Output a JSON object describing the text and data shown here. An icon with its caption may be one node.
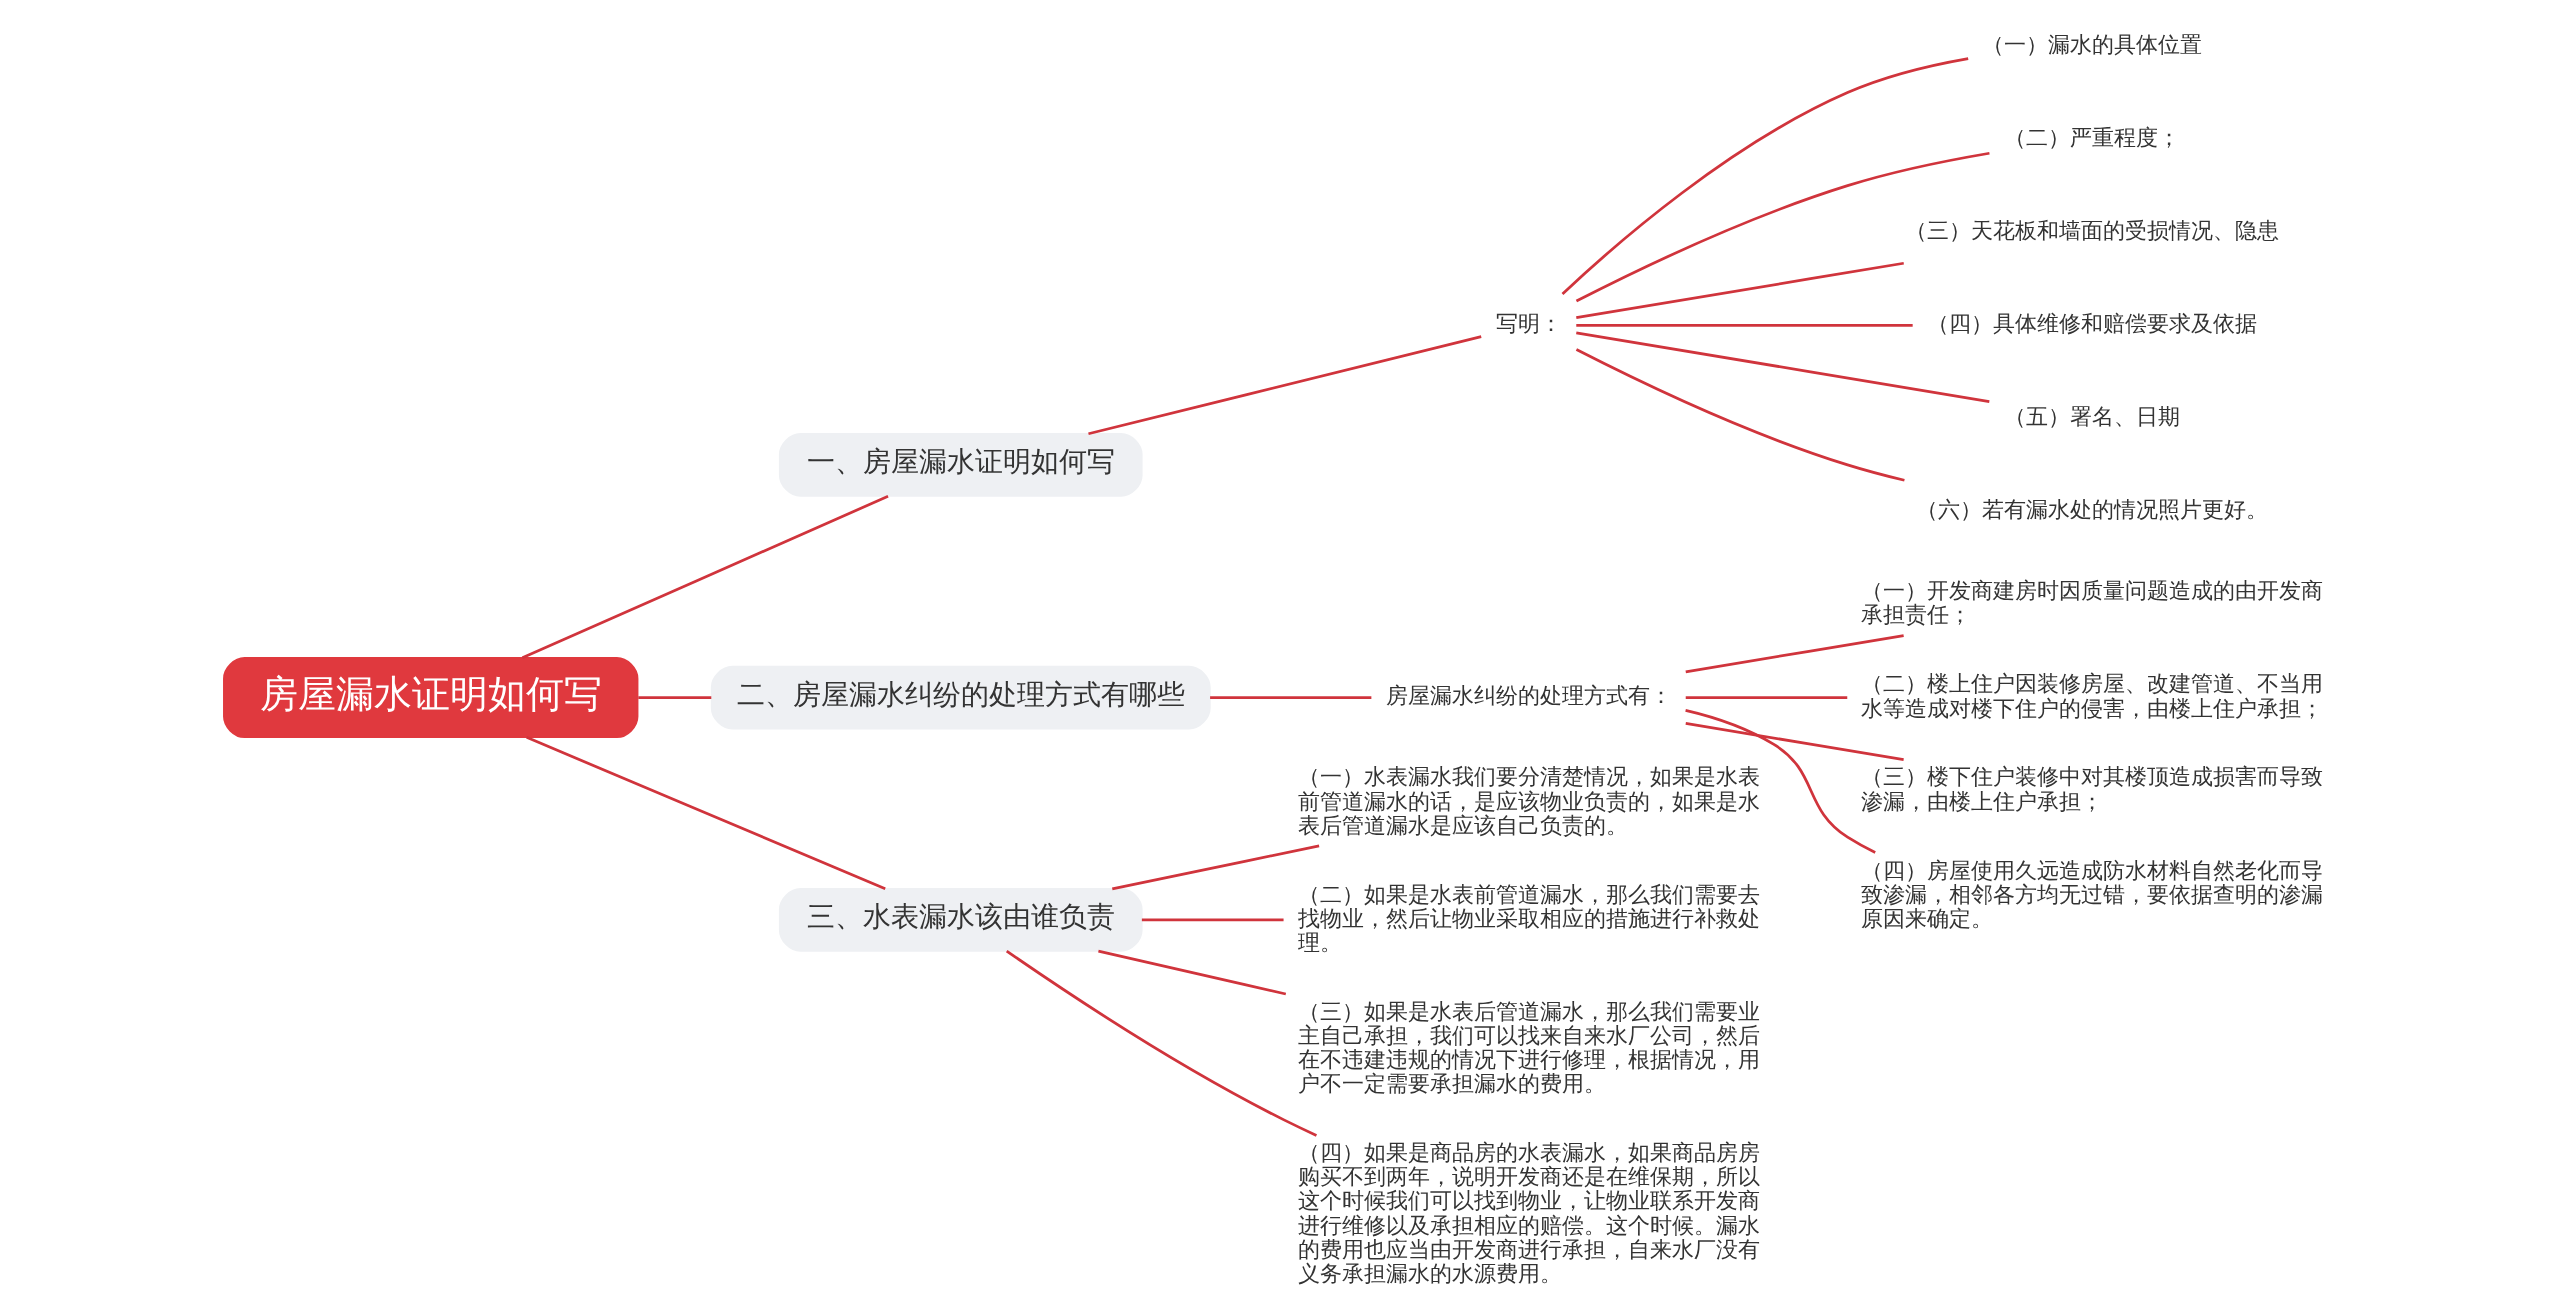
{
  "diagram": {
    "nodes": [
      {
        "text": [
          "房屋漏水证明如何写"
        ]
      },
      {
        "text": [
          "一、房屋漏水证明如何写"
        ]
      },
      {
        "text": [
          "写明："
        ]
      },
      {
        "text": [
          "（一）漏水的具体位置"
        ]
      },
      {
        "text": [
          "（二）严重程度；"
        ]
      },
      {
        "text": [
          "（三）天花板和墙面的受损情况、隐患"
        ]
      },
      {
        "text": [
          "（四）具体维修和赔偿要求及依据"
        ]
      },
      {
        "text": [
          "（五）署名、日期"
        ]
      },
      {
        "text": [
          "（六）若有漏水处的情况照片更好。"
        ]
      },
      {
        "text": [
          "二、房屋漏水纠纷的处理方式有哪些"
        ]
      },
      {
        "text": [
          "房屋漏水纠纷的处理方式有："
        ]
      },
      {
        "text": [
          "（一）开发商建房时因质量问题造成的由开发商承担责任；"
        ]
      },
      {
        "text": [
          "（二）楼上住户因装修房屋、改建管道、不当用水等造成对楼下住户的侵害，由楼上住户承担；"
        ]
      },
      {
        "text": [
          "（三）楼下住户装修中对其楼顶造成损害而导致渗漏，由楼上住户承担；"
        ]
      },
      {
        "text": [
          "（四）房屋使用久远造成防水材料自然老化而导致渗漏，相邻各方均无过错，要依据查明的渗漏原因来确定。"
        ]
      },
      {
        "text": [
          "三、水表漏水该由谁负责"
        ]
      },
      {
        "text": [
          "（一）水表漏水我们要分清楚情况，如果是水表前管道漏水的话，是应该物业负责的，如果是水表后管道漏水是应该自己负责的。"
        ]
      },
      {
        "text": [
          "（二）如果是水表前管道漏水，那么我们需要去找物业，然后让物业采取相应的措施进行补救处理。"
        ]
      },
      {
        "text": [
          "（三）如果是水表后管道漏水，那么我们需要业主自己承担，我们可以找来自来水厂公司，然后在不违建违规的情况下进行修理，根据情况，用户不一定需要承担漏水的费用。"
        ]
      },
      {
        "text": [
          "（四）如果是商品房的水表漏水，如果商品房房购买不到两年，说明开发商还是在维保期，所以这个时候我们可以找到物业，让物业联系开发商进行维修以及承担相应的赔偿。这个时候。漏水的费用也应当由开发商进行承担，自来水厂没有义务承担漏水的水源费用。"
        ]
      }
    ],
    "edges": [
      {
        "from": 0,
        "to": 1,
        "arrow": "none"
      },
      {
        "from": 1,
        "to": 2,
        "arrow": "none"
      },
      {
        "from": 2,
        "to": 3,
        "arrow": "none"
      },
      {
        "from": 2,
        "to": 4,
        "arrow": "none"
      },
      {
        "from": 2,
        "to": 5,
        "arrow": "none"
      },
      {
        "from": 2,
        "to": 6,
        "arrow": "none"
      },
      {
        "from": 2,
        "to": 7,
        "arrow": "none"
      },
      {
        "from": 2,
        "to": 8,
        "arrow": "none"
      },
      {
        "from": 0,
        "to": 9,
        "arrow": "none"
      },
      {
        "from": 9,
        "to": 10,
        "arrow": "none"
      },
      {
        "from": 10,
        "to": 11,
        "arrow": "none"
      },
      {
        "from": 10,
        "to": 12,
        "arrow": "none"
      },
      {
        "from": 10,
        "to": 13,
        "arrow": "none"
      },
      {
        "from": 10,
        "to": 14,
        "arrow": "none"
      },
      {
        "from": 0,
        "to": 15,
        "arrow": "none"
      },
      {
        "from": 15,
        "to": 16,
        "arrow": "none"
      },
      {
        "from": 15,
        "to": 17,
        "arrow": "none"
      },
      {
        "from": 15,
        "to": 18,
        "arrow": "none"
      },
      {
        "from": 15,
        "to": 19,
        "arrow": "none"
      }
    ]
  }
}
